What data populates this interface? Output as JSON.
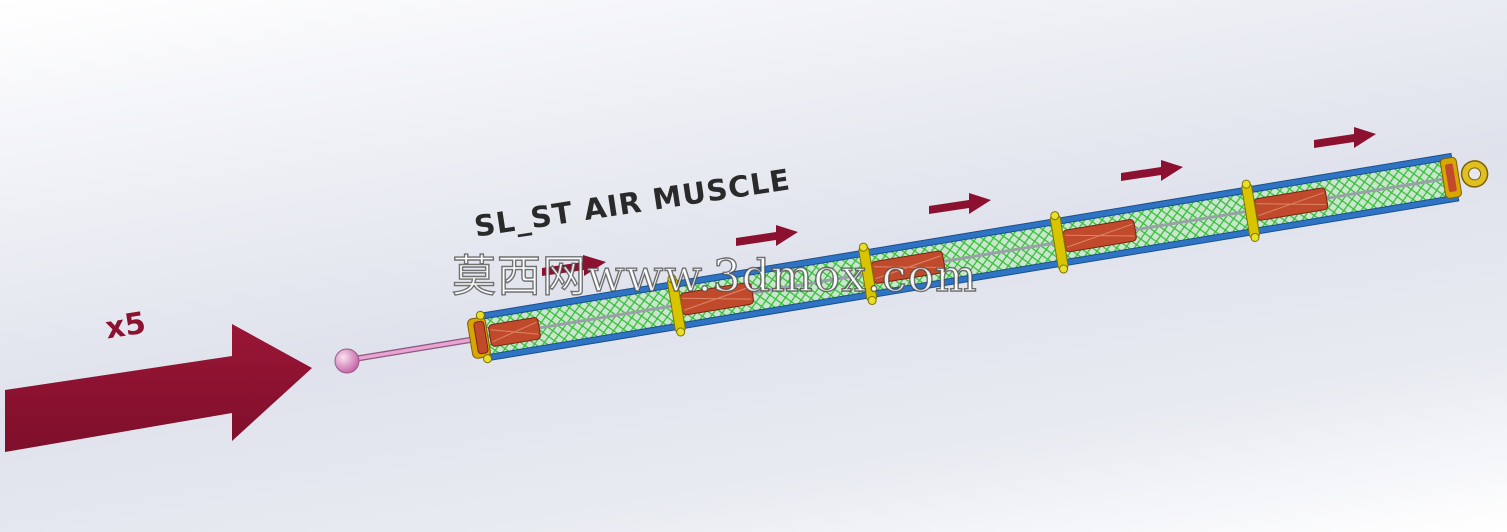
{
  "viewport": {
    "model_title": "SL_ST AIR MUSCLE",
    "multiplier_label": "x5",
    "watermark_text": "莫西网www.3dmox.com",
    "background_colors": [
      "#ffffff",
      "#dfe2ec"
    ]
  },
  "colors": {
    "arrow": "#8c1130",
    "tube_frame": "#2f74c4",
    "mesh": "#2dbf2d",
    "muscle": "#c24a2c",
    "ring": "#d8c400",
    "piston_rod": "#e9a3d4"
  },
  "icons": {
    "large_arrow": "arrow-right-icon",
    "small_arrows": "arrow-right-icon",
    "end_fitting": "ring-fitting-icon",
    "rod_ball": "sphere-icon"
  }
}
